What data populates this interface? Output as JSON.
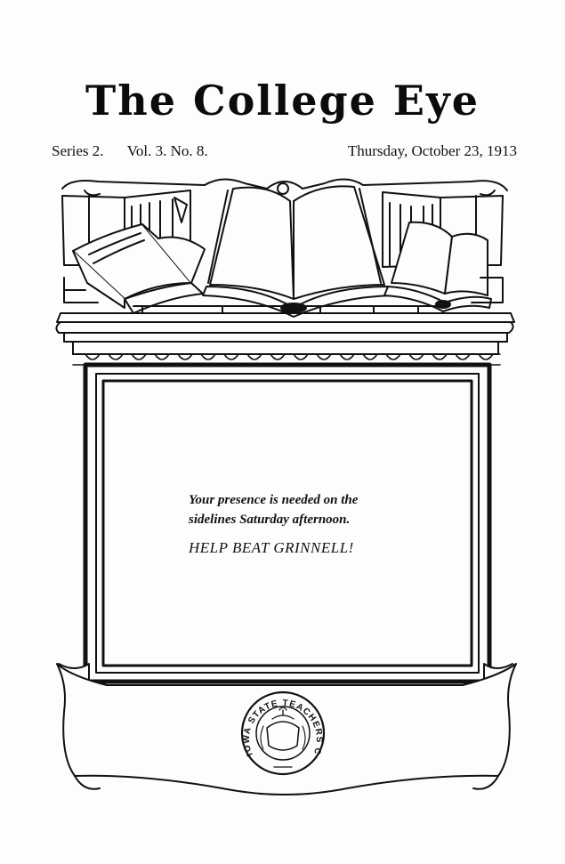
{
  "masthead": {
    "title": "The College Eye"
  },
  "issue": {
    "series": "Series 2.",
    "volume": "Vol. 3. No. 8.",
    "date": "Thursday, October 23, 1913"
  },
  "notice": {
    "line1": "Your presence is needed on the",
    "line2": "sidelines Saturday afternoon.",
    "line3": "HELP BEAT GRINNELL!"
  },
  "seal": {
    "text": "IOWA STATE TEACHERS COLLEGE",
    "icon": "lamp-and-shield-seal-icon"
  },
  "colors": {
    "ink": "#111111",
    "paper": "#fdfdfb"
  }
}
